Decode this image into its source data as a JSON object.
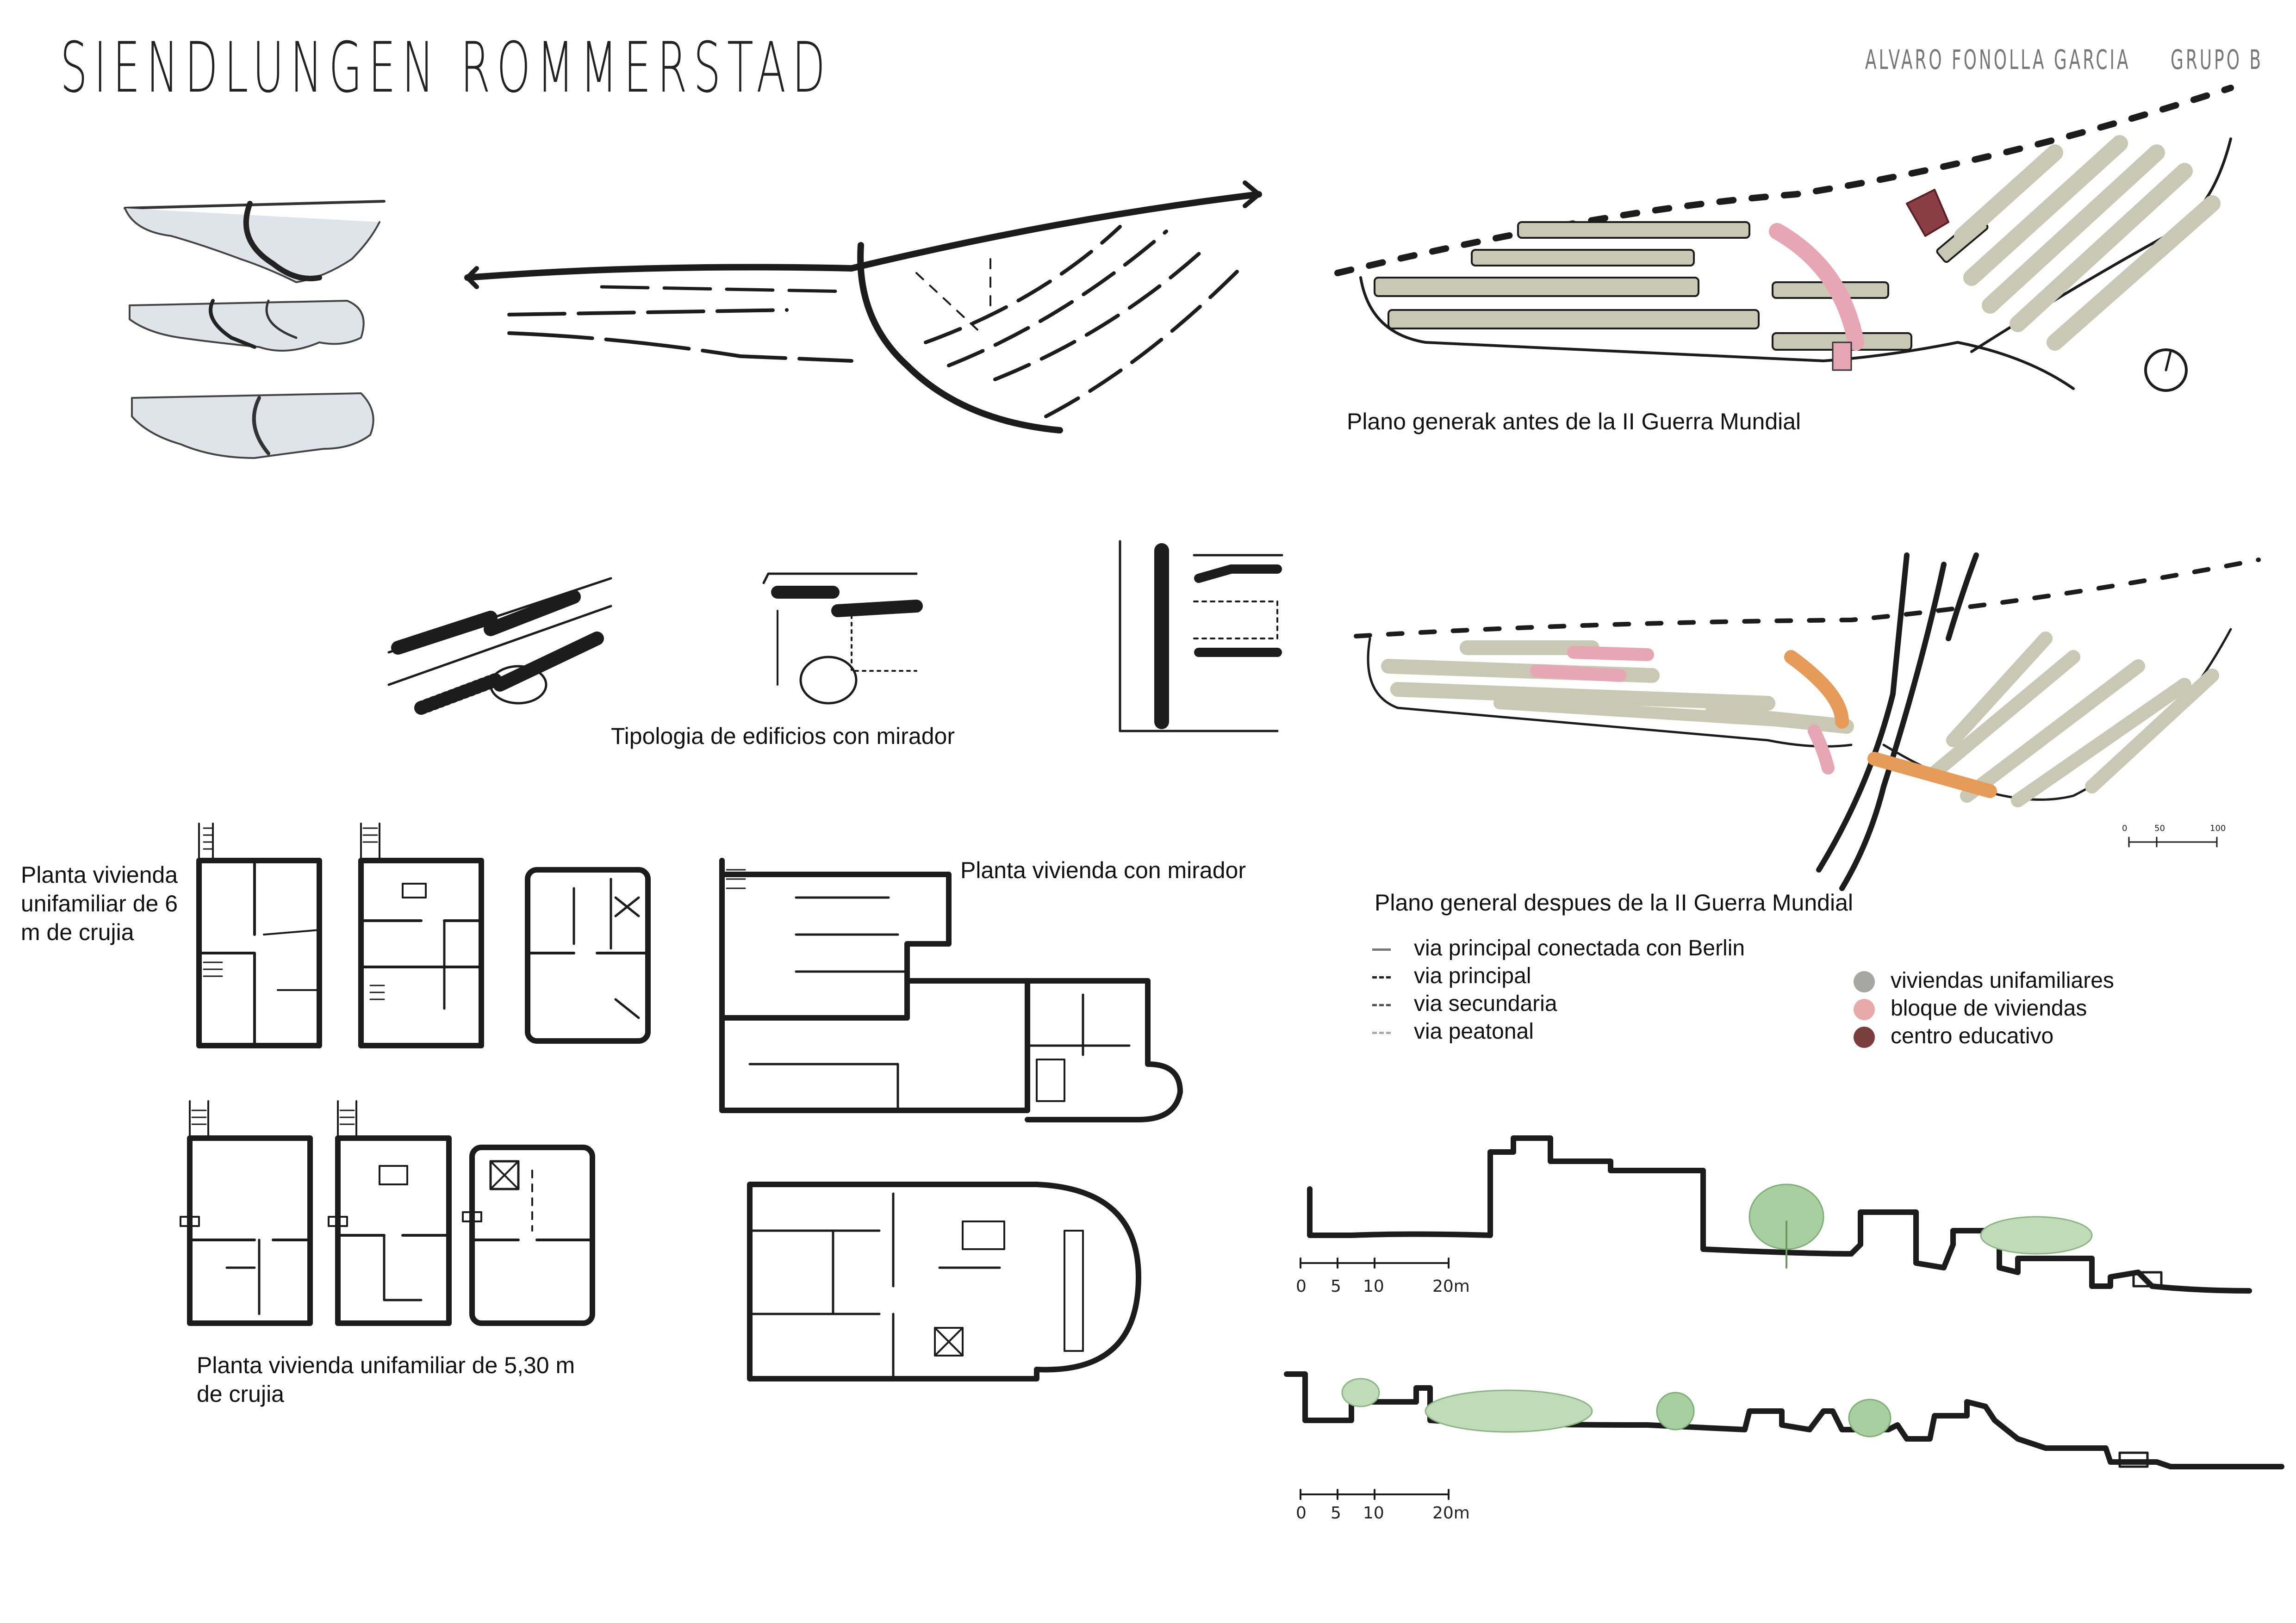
{
  "header": {
    "title": "SIENDLUNGEN ROMMERSTAD",
    "author": "ALVARO FONOLLA GARCIA",
    "group": "GRUPO B"
  },
  "captions": {
    "plan_before": "Plano generak antes de la II Guerra Mundial",
    "plan_after": "Plano general despues de la II Guerra Mundial",
    "typology": "Tipologia de edificios con mirador",
    "house_6m": "Planta vivienda unifamiliar de 6 m de crujia",
    "house_mirador": "Planta vivienda con mirador",
    "house_530": "Planta vivienda unifamiliar de 5,30 m de crujia"
  },
  "legend_roads": [
    {
      "label": "via principal conectada con Berlin",
      "style": "solid"
    },
    {
      "label": "via principal",
      "style": "dashed-heavy"
    },
    {
      "label": "via secundaria",
      "style": "dashed"
    },
    {
      "label": "via peatonal",
      "style": "dashed-light"
    }
  ],
  "legend_buildings": [
    {
      "label": "viviendas unifamiliares",
      "color": "#a6a6a2"
    },
    {
      "label": "bloque de viviendas",
      "color": "#e8a9ab"
    },
    {
      "label": "centro educativo",
      "color": "#7a3e3c"
    }
  ],
  "scale_bar": {
    "ticks": [
      "0",
      "5",
      "10",
      "20m"
    ]
  },
  "map_scale": {
    "ticks": [
      "0",
      "50",
      "100"
    ]
  },
  "colors": {
    "houses": "#c9c8b4",
    "block": "#e6a6b4",
    "school": "#8a3d44",
    "orange": "#e69b58",
    "trees": "#9cc49a"
  }
}
